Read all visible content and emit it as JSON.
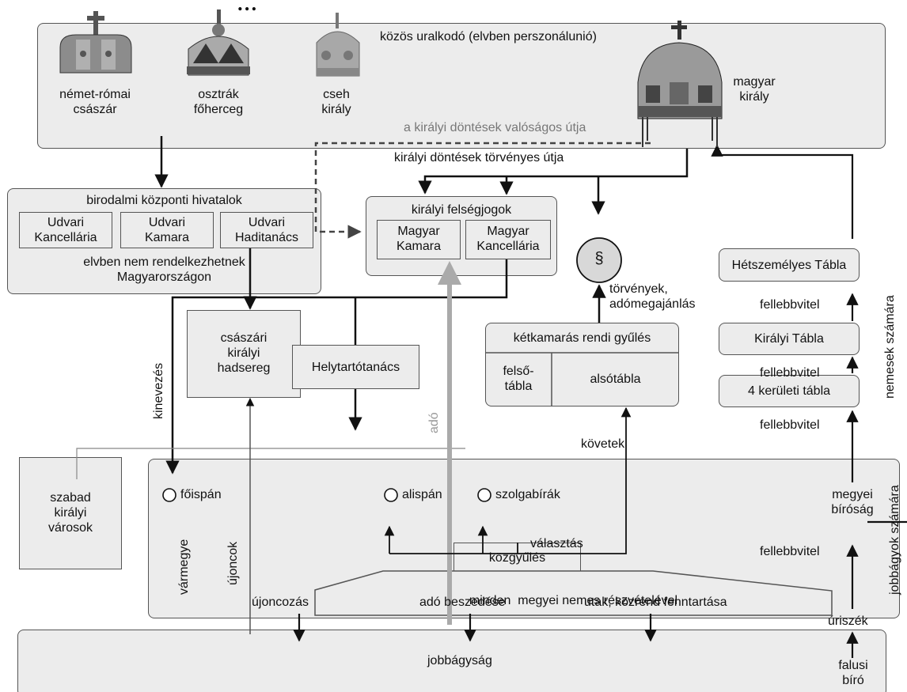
{
  "title_fragment": "…",
  "top": {
    "common_ruler": "közös uralkodó (elvben perszonálunió)",
    "ruler1": "német-római\ncsászár",
    "ruler2": "osztrák\nfőherceg",
    "ruler3": "cseh\nkirály",
    "ruler4": "magyar\nkirály",
    "real_path": "a királyi döntések valóságos útja",
    "legal_path": "királyi döntések törvényes útja"
  },
  "imperial": {
    "heading": "birodalmi központi hivatalok",
    "office1": "Udvari\nKancellária",
    "office2": "Udvari\nKamara",
    "office3": "Udvari\nHaditanács",
    "note": "elvben nem rendelkezhetnek\nMagyarországon"
  },
  "royal": {
    "heading": "királyi felségjogok",
    "office1": "Magyar\nKamara",
    "office2": "Magyar\nKancellária"
  },
  "law_symbol": "§",
  "laws_label": "törvények,\nadómegajánlás",
  "army": "császári\nkirályi\nhadsereg",
  "lieutenancy": "Helytartótanács",
  "diet": {
    "heading": "kétkamarás rendi gyűlés",
    "upper": "felső-\ntábla",
    "lower": "alsótábla"
  },
  "courts": {
    "seven": "Hétszemélyes Tábla",
    "royal": "Királyi Tábla",
    "district": "4 kerületi tábla",
    "appeal": "fellebbvitel",
    "county_court": "megyei\nbíróság",
    "manorial": "úriszék",
    "village_judge": "falusi\nbíró"
  },
  "side_labels": {
    "nobles": "nemesek számára",
    "serfs": "jobbágyok számára",
    "appointment": "kinevezés",
    "tax": "adó",
    "recruits": "újoncok",
    "county": "vármegye"
  },
  "county": {
    "ispan": "főispán",
    "alispan": "alispán",
    "judges": "szolgabírák",
    "election": "választás",
    "assembly": "közgyűlés",
    "all_nobles": "minden  megyei nemes részvételével",
    "envoys": "követek"
  },
  "free_cities": "szabad\nkirályi\nvárosok",
  "bottom": {
    "conscription": "újoncozás",
    "tax_collection": "adó beszedése",
    "roads": "utak, közrend fenntartása",
    "serfdom": "jobbágyság"
  },
  "colors": {
    "box_fill": "#ececec",
    "line": "#111111",
    "tax_line": "#aaaaaa"
  }
}
